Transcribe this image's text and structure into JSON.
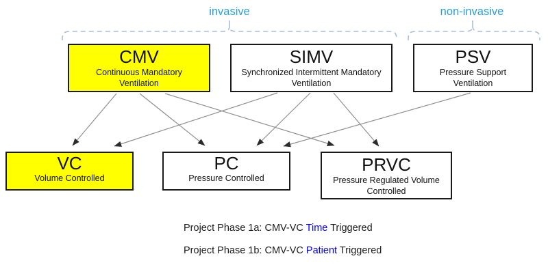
{
  "groups": {
    "invasive_label": "invasive",
    "noninvasive_label": "non-invasive"
  },
  "modes": {
    "top": [
      {
        "abbr": "CMV",
        "name": "Continuous Mandatory Ventilation",
        "highlighted": true
      },
      {
        "abbr": "SIMV",
        "name": "Synchronized Intermittent Mandatory Ventilation",
        "highlighted": false
      },
      {
        "abbr": "PSV",
        "name": "Pressure Support Ventilation",
        "highlighted": false
      }
    ],
    "bottom": [
      {
        "abbr": "VC",
        "name": "Volume Controlled",
        "highlighted": true
      },
      {
        "abbr": "PC",
        "name": "Pressure Controlled",
        "highlighted": false
      },
      {
        "abbr": "PRVC",
        "name": "Pressure Regulated Volume Controlled",
        "highlighted": false
      }
    ]
  },
  "edges": [
    {
      "from": "CMV",
      "to": "VC"
    },
    {
      "from": "CMV",
      "to": "PC"
    },
    {
      "from": "CMV",
      "to": "PRVC"
    },
    {
      "from": "SIMV",
      "to": "VC"
    },
    {
      "from": "SIMV",
      "to": "PC"
    },
    {
      "from": "SIMV",
      "to": "PRVC"
    },
    {
      "from": "PSV",
      "to": "PC"
    }
  ],
  "notes": [
    {
      "prefix": "Project Phase 1a: CMV-VC ",
      "highlight": "Time",
      "suffix": " Triggered"
    },
    {
      "prefix": "Project Phase 1b: CMV-VC ",
      "highlight": "Patient",
      "suffix": " Triggered"
    }
  ],
  "colors": {
    "highlight_fill": "#FFFF00",
    "group_label": "#2B9FD6",
    "brace": "#A9BDDB",
    "note_highlight": "#0000FF",
    "arrow_line": "#8f8f8f",
    "arrow_head": "#2b2b2b"
  }
}
